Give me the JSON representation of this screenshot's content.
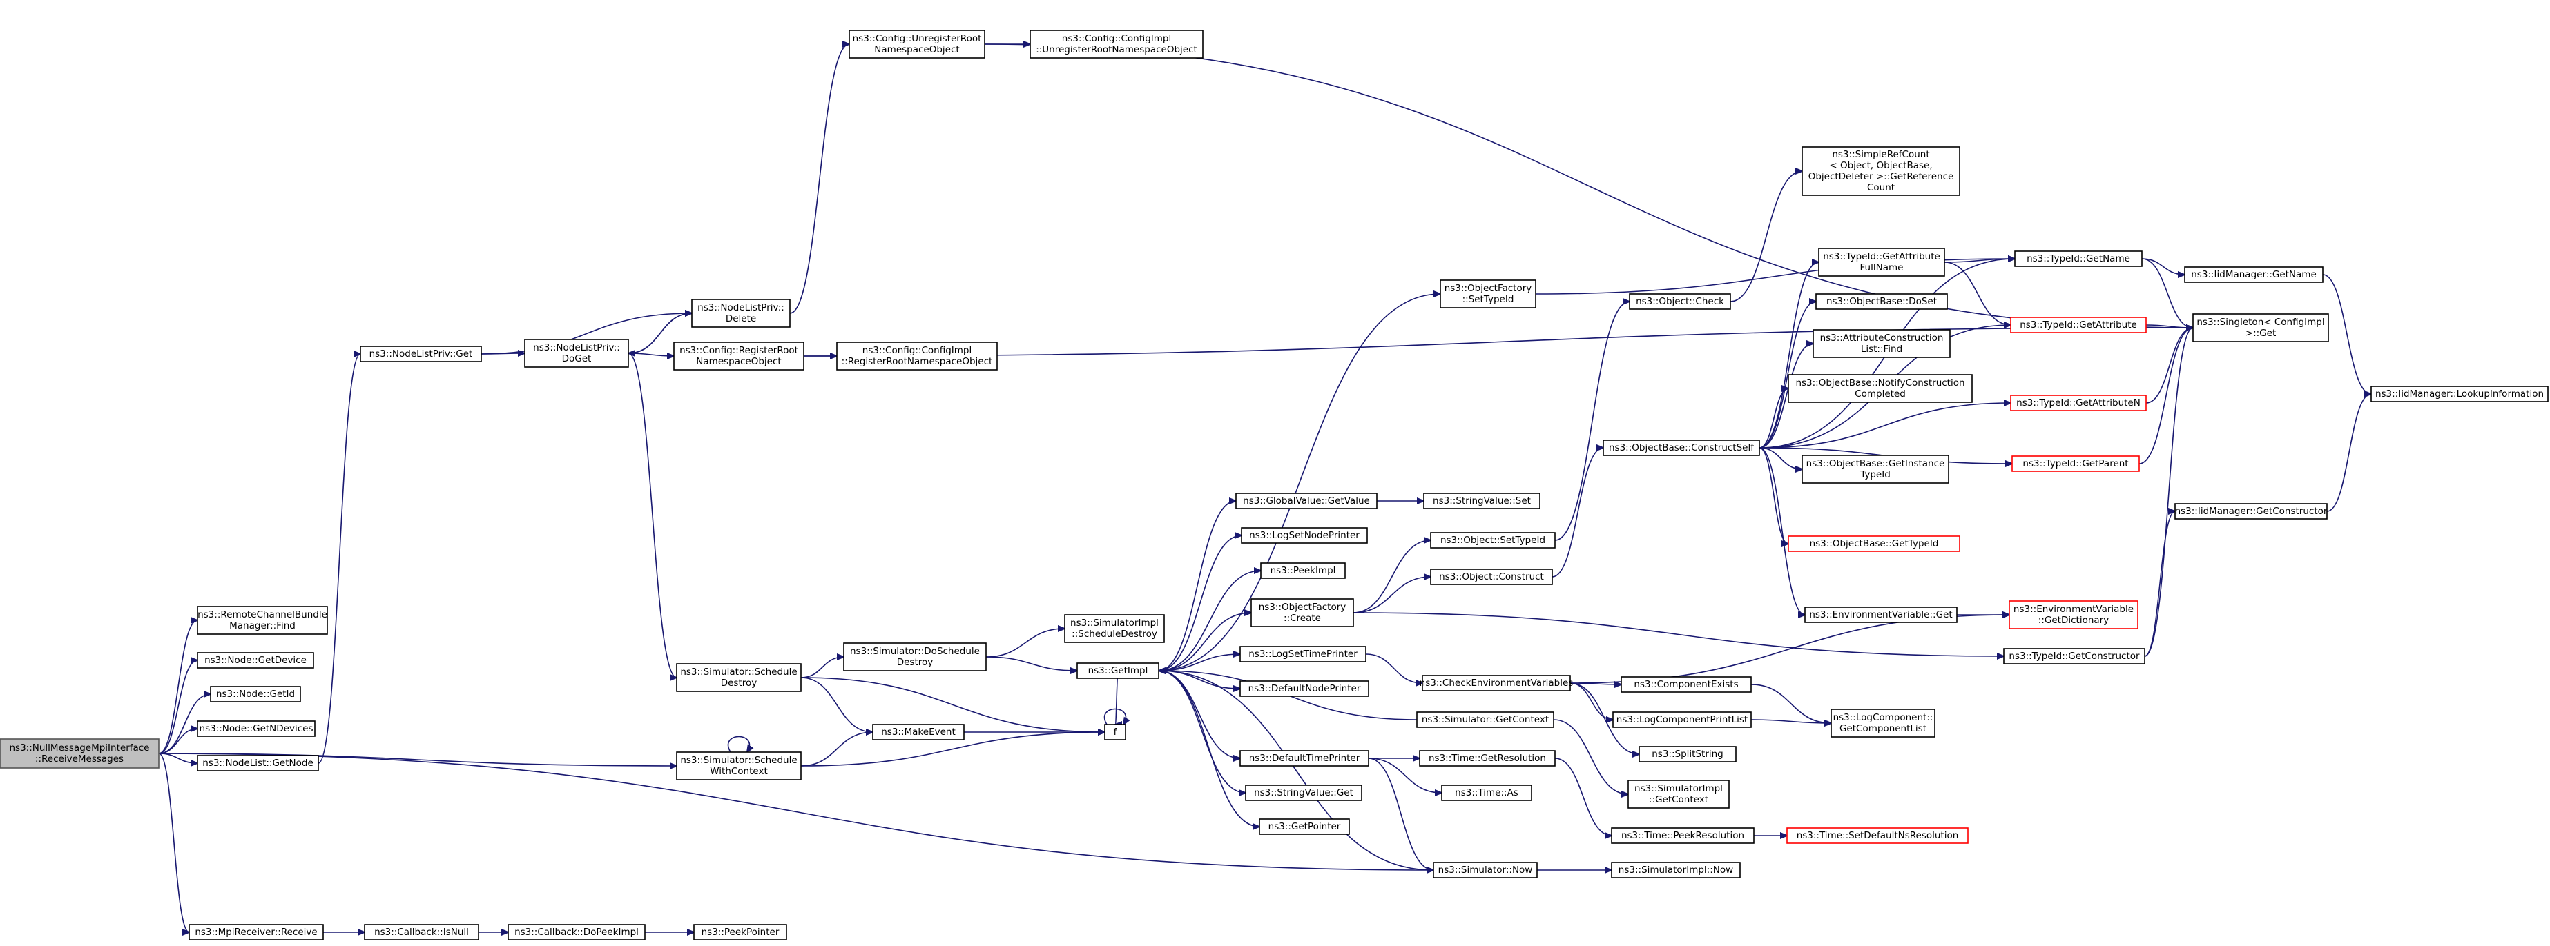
{
  "colors": {
    "edge": "#191970",
    "node_border": "#000000",
    "external_border": "#ff0000",
    "root_fill": "#bfbfbf"
  },
  "nodes": [
    {
      "id": "root",
      "lines": [
        "ns3::NullMessageMpiInterface",
        "::ReceiveMessages"
      ],
      "kind": "root"
    },
    {
      "id": "rcbm",
      "lines": [
        "ns3::RemoteChannelBundle",
        "Manager::Find"
      ]
    },
    {
      "id": "getdevice",
      "lines": [
        "ns3::Node::GetDevice"
      ]
    },
    {
      "id": "getid",
      "lines": [
        "ns3::Node::GetId"
      ]
    },
    {
      "id": "getndev",
      "lines": [
        "ns3::Node::GetNDevices"
      ]
    },
    {
      "id": "nodelistgetnode",
      "lines": [
        "ns3::NodeList::GetNode"
      ]
    },
    {
      "id": "mpireceive",
      "lines": [
        "ns3::MpiReceiver::Receive"
      ]
    },
    {
      "id": "cbisnull",
      "lines": [
        "ns3::Callback::IsNull"
      ]
    },
    {
      "id": "cbdopeek",
      "lines": [
        "ns3::Callback::DoPeekImpl"
      ]
    },
    {
      "id": "peekptr",
      "lines": [
        "ns3::PeekPointer"
      ]
    },
    {
      "id": "nlpget",
      "lines": [
        "ns3::NodeListPriv::Get"
      ]
    },
    {
      "id": "nlpdoget",
      "lines": [
        "ns3::NodeListPriv::",
        "DoGet"
      ]
    },
    {
      "id": "nlpdelete",
      "lines": [
        "ns3::NodeListPriv::",
        "Delete"
      ]
    },
    {
      "id": "cfgunreg",
      "lines": [
        "ns3::Config::UnregisterRoot",
        "NamespaceObject"
      ]
    },
    {
      "id": "cfgimplunreg",
      "lines": [
        "ns3::Config::ConfigImpl",
        "::UnregisterRootNamespaceObject"
      ]
    },
    {
      "id": "cfgreg",
      "lines": [
        "ns3::Config::RegisterRoot",
        "NamespaceObject"
      ]
    },
    {
      "id": "cfgimplreg",
      "lines": [
        "ns3::Config::ConfigImpl",
        "::RegisterRootNamespaceObject"
      ]
    },
    {
      "id": "simschedestroy",
      "lines": [
        "ns3::Simulator::Schedule",
        "Destroy"
      ]
    },
    {
      "id": "simschedctx",
      "lines": [
        "ns3::Simulator::Schedule",
        "WithContext"
      ]
    },
    {
      "id": "simdoschedestroy",
      "lines": [
        "ns3::Simulator::DoSchedule",
        "Destroy"
      ]
    },
    {
      "id": "makeevent",
      "lines": [
        "ns3::MakeEvent"
      ]
    },
    {
      "id": "fnode",
      "lines": [
        "f"
      ]
    },
    {
      "id": "simimplsched",
      "lines": [
        "ns3::SimulatorImpl",
        "::ScheduleDestroy"
      ]
    },
    {
      "id": "getimpl",
      "lines": [
        "ns3::GetImpl"
      ]
    },
    {
      "id": "gvgetvalue",
      "lines": [
        "ns3::GlobalValue::GetValue"
      ]
    },
    {
      "id": "strvalset",
      "lines": [
        "ns3::StringValue::Set"
      ]
    },
    {
      "id": "logsetnodeprinter",
      "lines": [
        "ns3::LogSetNodePrinter"
      ]
    },
    {
      "id": "peekimpl",
      "lines": [
        "ns3::PeekImpl"
      ]
    },
    {
      "id": "objfactcreate",
      "lines": [
        "ns3::ObjectFactory",
        "::Create"
      ]
    },
    {
      "id": "logsettimeprinter",
      "lines": [
        "ns3::LogSetTimePrinter"
      ]
    },
    {
      "id": "defnodeprinter",
      "lines": [
        "ns3::DefaultNodePrinter"
      ]
    },
    {
      "id": "deftimeprinter",
      "lines": [
        "ns3::DefaultTimePrinter"
      ]
    },
    {
      "id": "strvalget",
      "lines": [
        "ns3::StringValue::Get"
      ]
    },
    {
      "id": "getpointer",
      "lines": [
        "ns3::GetPointer"
      ]
    },
    {
      "id": "simnow",
      "lines": [
        "ns3::Simulator::Now"
      ]
    },
    {
      "id": "simimplnow",
      "lines": [
        "ns3::SimulatorImpl::Now"
      ]
    },
    {
      "id": "objfactsettypeid",
      "lines": [
        "ns3::ObjectFactory",
        "::SetTypeId"
      ]
    },
    {
      "id": "objsettypeid",
      "lines": [
        "ns3::Object::SetTypeId"
      ]
    },
    {
      "id": "objconstruct",
      "lines": [
        "ns3::Object::Construct"
      ]
    },
    {
      "id": "checkenv",
      "lines": [
        "ns3::CheckEnvironmentVariables"
      ]
    },
    {
      "id": "simgetctx",
      "lines": [
        "ns3::Simulator::GetContext"
      ]
    },
    {
      "id": "timegetres",
      "lines": [
        "ns3::Time::GetResolution"
      ]
    },
    {
      "id": "timeas",
      "lines": [
        "ns3::Time::As"
      ]
    },
    {
      "id": "objcheck",
      "lines": [
        "ns3::Object::Check"
      ]
    },
    {
      "id": "objbaseconstructself",
      "lines": [
        "ns3::ObjectBase::ConstructSelf"
      ]
    },
    {
      "id": "compexists",
      "lines": [
        "ns3::ComponentExists"
      ]
    },
    {
      "id": "logcompprintlist",
      "lines": [
        "ns3::LogComponentPrintList"
      ]
    },
    {
      "id": "splitstring",
      "lines": [
        "ns3::SplitString"
      ]
    },
    {
      "id": "simimplgetctx",
      "lines": [
        "ns3::SimulatorImpl",
        "::GetContext"
      ]
    },
    {
      "id": "timepeekres",
      "lines": [
        "ns3::Time::PeekResolution"
      ]
    },
    {
      "id": "timesetdefres",
      "lines": [
        "ns3::Time::SetDefaultNsResolution"
      ],
      "kind": "ext"
    },
    {
      "id": "simplerefcount",
      "lines": [
        "ns3::SimpleRefCount",
        "< Object, ObjectBase,",
        "ObjectDeleter >::GetReference",
        "Count"
      ]
    },
    {
      "id": "tidgetattrfull",
      "lines": [
        "ns3::TypeId::GetAttribute",
        "FullName"
      ]
    },
    {
      "id": "objbasedoset",
      "lines": [
        "ns3::ObjectBase::DoSet"
      ]
    },
    {
      "id": "attrconstructfind",
      "lines": [
        "ns3::AttributeConstruction",
        "List::Find"
      ]
    },
    {
      "id": "objbasenotify",
      "lines": [
        "ns3::ObjectBase::NotifyConstruction",
        "Completed"
      ]
    },
    {
      "id": "objbasegetinst",
      "lines": [
        "ns3::ObjectBase::GetInstance",
        "TypeId"
      ]
    },
    {
      "id": "objbasegettid",
      "lines": [
        "ns3::ObjectBase::GetTypeId"
      ],
      "kind": "ext"
    },
    {
      "id": "envvarget",
      "lines": [
        "ns3::EnvironmentVariable::Get"
      ]
    },
    {
      "id": "logcompgetlist",
      "lines": [
        "ns3::LogComponent::",
        "GetComponentList"
      ]
    },
    {
      "id": "tidgetname",
      "lines": [
        "ns3::TypeId::GetName"
      ]
    },
    {
      "id": "tidgetattr",
      "lines": [
        "ns3::TypeId::GetAttribute"
      ],
      "kind": "ext"
    },
    {
      "id": "tidgetattrn",
      "lines": [
        "ns3::TypeId::GetAttributeN"
      ],
      "kind": "ext"
    },
    {
      "id": "tidgetparent",
      "lines": [
        "ns3::TypeId::GetParent"
      ],
      "kind": "ext"
    },
    {
      "id": "envvargetdict",
      "lines": [
        "ns3::EnvironmentVariable",
        "::GetDictionary"
      ],
      "kind": "ext"
    },
    {
      "id": "tidgetctor",
      "lines": [
        "ns3::TypeId::GetConstructor"
      ]
    },
    {
      "id": "iidmgrgetname",
      "lines": [
        "ns3::IidManager::GetName"
      ]
    },
    {
      "id": "singletonget",
      "lines": [
        "ns3::Singleton< ConfigImpl",
        ">::Get"
      ]
    },
    {
      "id": "iidmgrlookup",
      "lines": [
        "ns3::IidManager::LookupInformation"
      ]
    },
    {
      "id": "iidmgrgetctor",
      "lines": [
        "ns3::IidManager::GetConstructor"
      ]
    }
  ]
}
